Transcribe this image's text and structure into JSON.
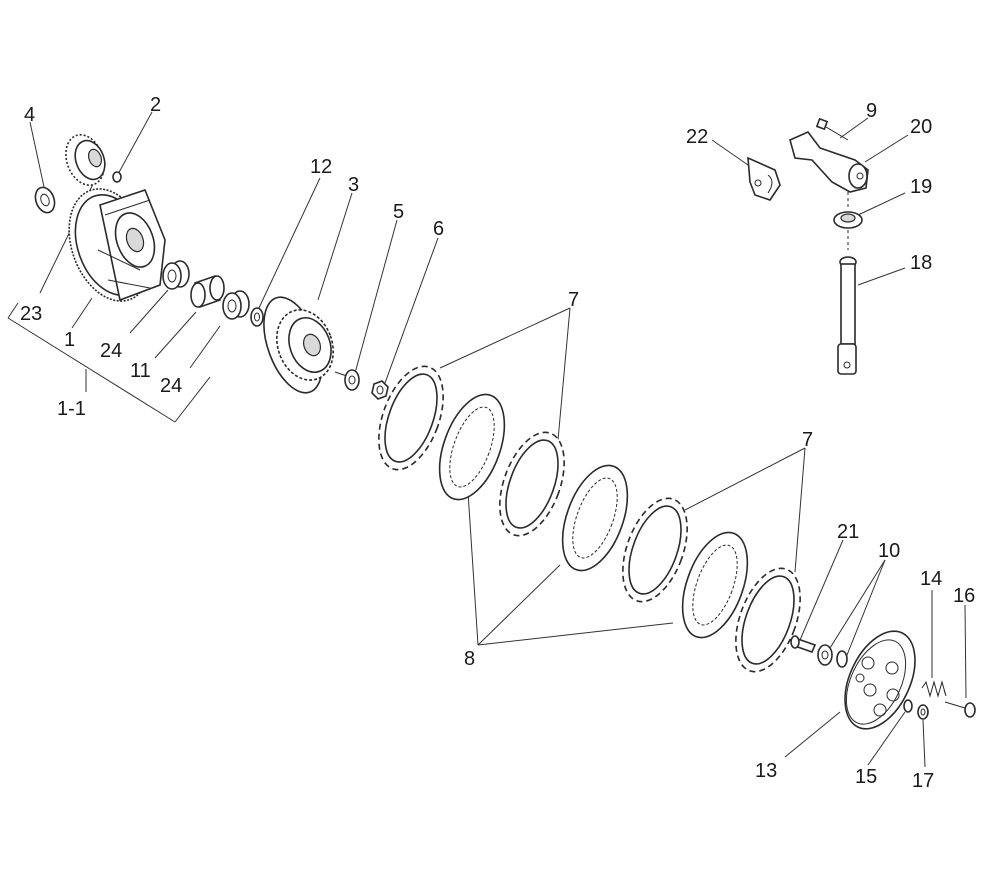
{
  "diagram": {
    "labels": {
      "p1": "1",
      "p1_1": "1-1",
      "p2": "2",
      "p3": "3",
      "p4": "4",
      "p5": "5",
      "p6": "6",
      "p7a": "7",
      "p7b": "7",
      "p8": "8",
      "p9": "9",
      "p10": "10",
      "p11": "11",
      "p12": "12",
      "p13": "13",
      "p14": "14",
      "p15": "15",
      "p16": "16",
      "p17": "17",
      "p18": "18",
      "p19": "19",
      "p20": "20",
      "p21": "21",
      "p22": "22",
      "p23": "23",
      "p24a": "24",
      "p24b": "24"
    }
  }
}
